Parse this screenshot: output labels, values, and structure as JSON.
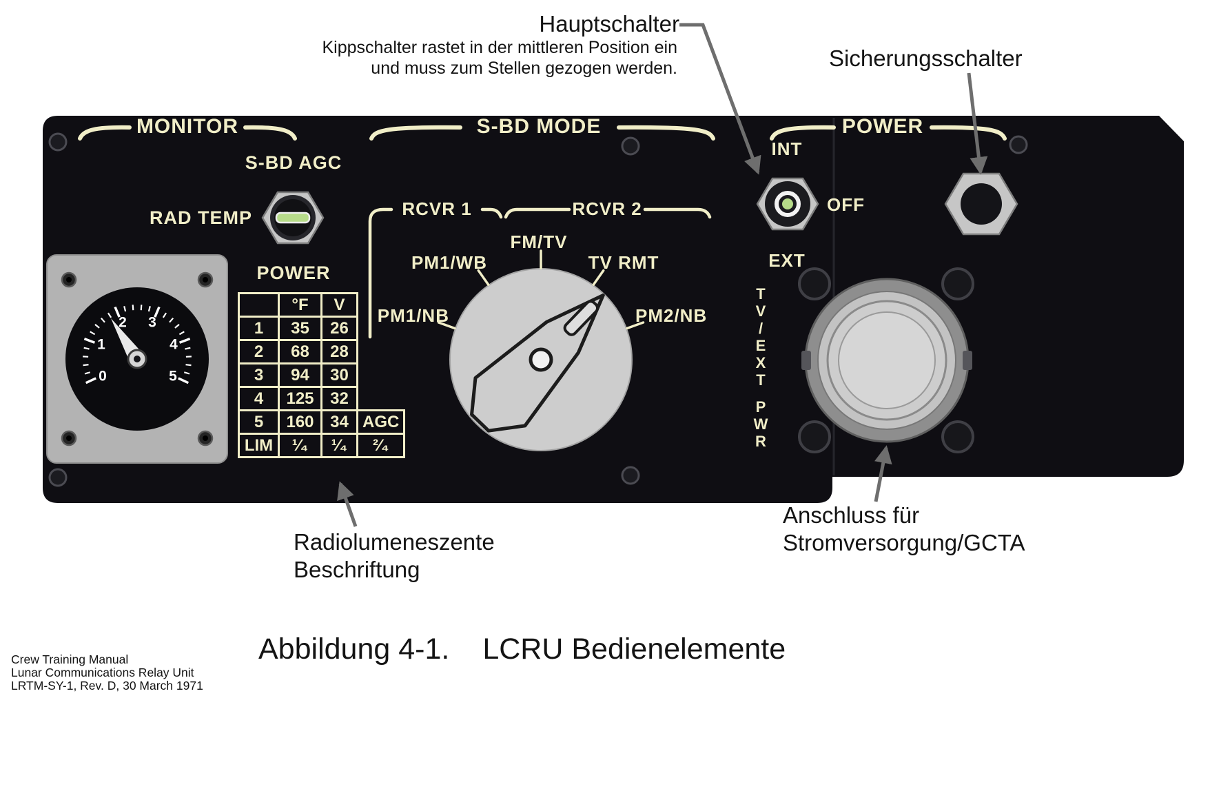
{
  "monitor": {
    "header": "MONITOR",
    "sbd_agc_label": "S-BD AGC",
    "rad_temp_label": "RAD TEMP",
    "power_label": "POWER",
    "meter_scale": [
      "0",
      "1",
      "2",
      "3",
      "4",
      "5"
    ],
    "table": {
      "headers": [
        "",
        "°F",
        "V"
      ],
      "rows": [
        [
          "1",
          "35",
          "26"
        ],
        [
          "2",
          "68",
          "28"
        ],
        [
          "3",
          "94",
          "30"
        ],
        [
          "4",
          "125",
          "32"
        ],
        [
          "5",
          "160",
          "34",
          "AGC"
        ],
        [
          "LIM",
          "¹⁄₄",
          "¹⁄₄",
          "²⁄₄"
        ]
      ]
    }
  },
  "sbd_mode": {
    "header": "S-BD MODE",
    "rcvr1_label": "RCVR 1",
    "rcvr2_label": "RCVR 2",
    "positions": [
      "PM1/NB",
      "PM1/WB",
      "FM/TV",
      "TV RMT",
      "PM2/NB"
    ]
  },
  "power": {
    "header": "POWER",
    "int_label": "INT",
    "off_label": "OFF",
    "ext_label": "EXT",
    "tv_ext_letters": [
      "T",
      "V",
      "/",
      "E",
      "X",
      "T",
      "P",
      "W",
      "R"
    ]
  },
  "annotations": {
    "hauptschalter": "Hauptschalter",
    "hauptschalter_note_line1": "Kippschalter rastet in der mittleren Position ein",
    "hauptschalter_note_line2": "und muss zum Stellen gezogen werden.",
    "sicherungsschalter": "Sicherungsschalter",
    "anschluss_line1": "Anschluss für",
    "anschluss_line2": "Stromversorgung/GCTA",
    "radioluminescent_line1": "Radiolumeneszente",
    "radioluminescent_line2": "Beschriftung"
  },
  "caption": {
    "figure_label": "Abbildung 4-1.",
    "title": "LCRU Bedienelemente"
  },
  "footer": {
    "line1": "Crew Training Manual",
    "line2": "Lunar Communications Relay Unit",
    "line3": "LRTM-SY-1, Rev. D, 30 March 1971"
  },
  "colors": {
    "panel_black": "#0f0e13",
    "cream": "#f1eec8",
    "metal_gray": "#c6c6c6",
    "indicator_green": "#b7dc8a",
    "arrow_gray": "#6e6e6e"
  }
}
